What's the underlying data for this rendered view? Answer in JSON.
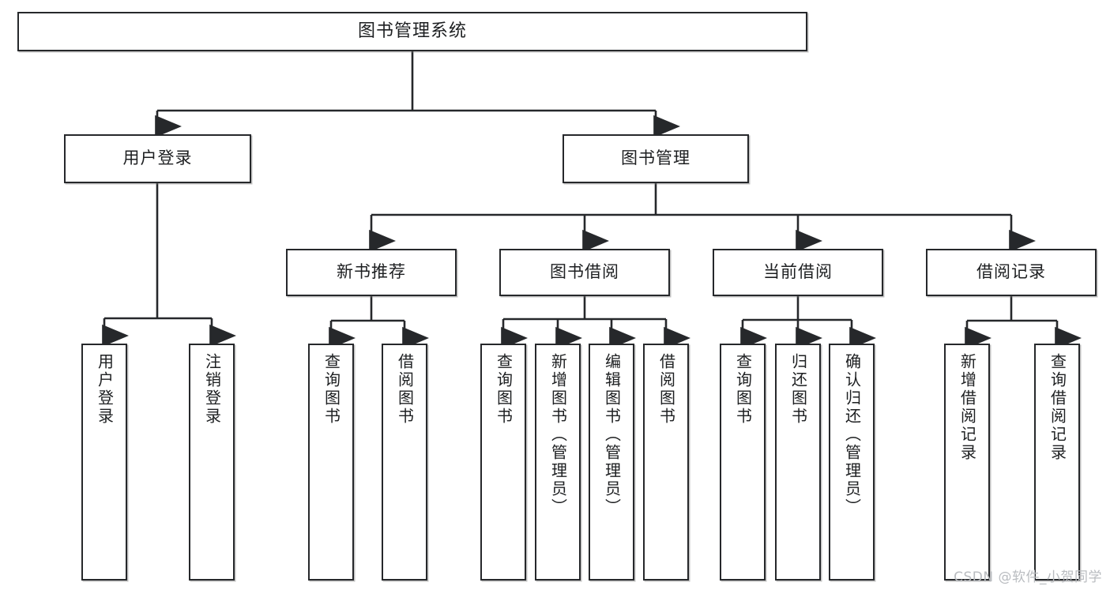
{
  "diagram": {
    "type": "tree",
    "title": "图书管理系统",
    "watermark": "CSDN @软件_小贺同学",
    "colors": {
      "box_border": "#26282b",
      "box_fill": "#ffffff",
      "connector": "#26282b",
      "text": "#1d1f21",
      "watermark": "#b9bcc0"
    },
    "nodes": {
      "root": {
        "label": "图书管理系统"
      },
      "level2": [
        {
          "id": "user-login",
          "label": "用户登录"
        },
        {
          "id": "book-manage",
          "label": "图书管理"
        }
      ],
      "level3": [
        {
          "id": "new-book-rec",
          "label": "新书推荐"
        },
        {
          "id": "book-borrow",
          "label": "图书借阅"
        },
        {
          "id": "current-borrow",
          "label": "当前借阅"
        },
        {
          "id": "borrow-record",
          "label": "借阅记录"
        }
      ],
      "leaves": {
        "user-login": [
          {
            "id": "leaf-user-login",
            "label": "用户登录"
          },
          {
            "id": "leaf-user-logout",
            "label": "注销登录"
          }
        ],
        "new-book-rec": [
          {
            "id": "leaf-query-book-1",
            "label": "查询图书"
          },
          {
            "id": "leaf-borrow-book-1",
            "label": "借阅图书"
          }
        ],
        "book-borrow": [
          {
            "id": "leaf-query-book-2",
            "label": "查询图书"
          },
          {
            "id": "leaf-add-book",
            "label": "新增图书（管理员）"
          },
          {
            "id": "leaf-edit-book",
            "label": "编辑图书（管理员）"
          },
          {
            "id": "leaf-borrow-book-2",
            "label": "借阅图书"
          }
        ],
        "current-borrow": [
          {
            "id": "leaf-query-book-3",
            "label": "查询图书"
          },
          {
            "id": "leaf-return-book",
            "label": "归还图书"
          },
          {
            "id": "leaf-confirm-return",
            "label": "确认归还（管理员）"
          }
        ],
        "borrow-record": [
          {
            "id": "leaf-add-record",
            "label": "新增借阅记录"
          },
          {
            "id": "leaf-query-record",
            "label": "查询借阅记录"
          }
        ]
      }
    }
  }
}
